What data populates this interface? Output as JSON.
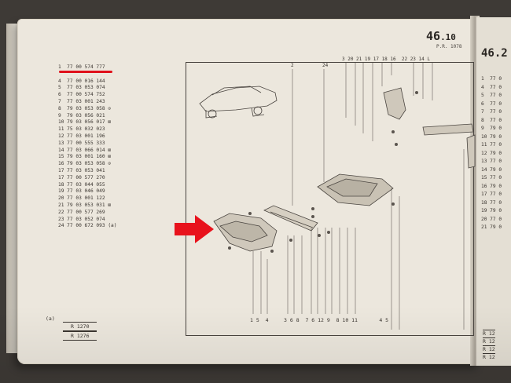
{
  "header": {
    "block_number": "46",
    "block_sub": ".10",
    "pr_ref": "P.R. 1078",
    "right_page_number": "46.2"
  },
  "parts_list": [
    "1  77 00 574 777",
    "",
    "4  77 00 016 144",
    "5  77 03 053 074",
    "6  77 00 574 752",
    "7  77 03 001 243",
    "8  79 03 053 058 ⊙",
    "9  79 03 056 021",
    "10 79 03 056 017 ⊠",
    "11 75 03 032 023",
    "12 77 03 001 196",
    "13 77 00 555 333",
    "14 77 03 066 014 ⊠",
    "15 79 03 001 160 ⊠",
    "16 79 03 053 058 ⊙",
    "17 77 03 053 041",
    "17 77 00 577 270",
    "18 77 03 044 055",
    "19 77 03 046 049",
    "20 77 03 001 122",
    "21 79 03 053 031 ⊠",
    "22 77 00 577 269",
    "23 77 03 052 074",
    "24 77 00 672 093 (a)"
  ],
  "right_list": [
    "1  77 0",
    "4  77 0",
    "5  77 0",
    "6  77 0",
    "7  77 0",
    "8  77 0",
    "9  79 0",
    "10 79 0",
    "11 77 0",
    "12 79 0",
    "13 77 0",
    "14 79 0",
    "15 77 0",
    "16 79 0",
    "17 77 0",
    "18 77 0",
    "19 79 0",
    "20 77 0",
    "21 79 0"
  ],
  "callouts": {
    "top": "3 20 21 19 17 18 16  22 23 14 L",
    "bottom": "1 5  4     3 6 8  7 6 12 9  8 10 11       4 5",
    "left_top": "2",
    "left_mid": "24"
  },
  "footer": {
    "note": "(a)",
    "ref1": "R 1270",
    "ref2": "R 1276",
    "right_ref1": "R 12",
    "right_ref2": "R 12",
    "right_ref3": "R 12",
    "right_ref4": "R 12"
  },
  "colors": {
    "paper": "#ece7dd",
    "ink": "#3a3530",
    "highlight_red": "#e0101a",
    "arrow_red": "#e8121c"
  },
  "icons": {
    "arrow": "red-arrow-right-icon"
  }
}
